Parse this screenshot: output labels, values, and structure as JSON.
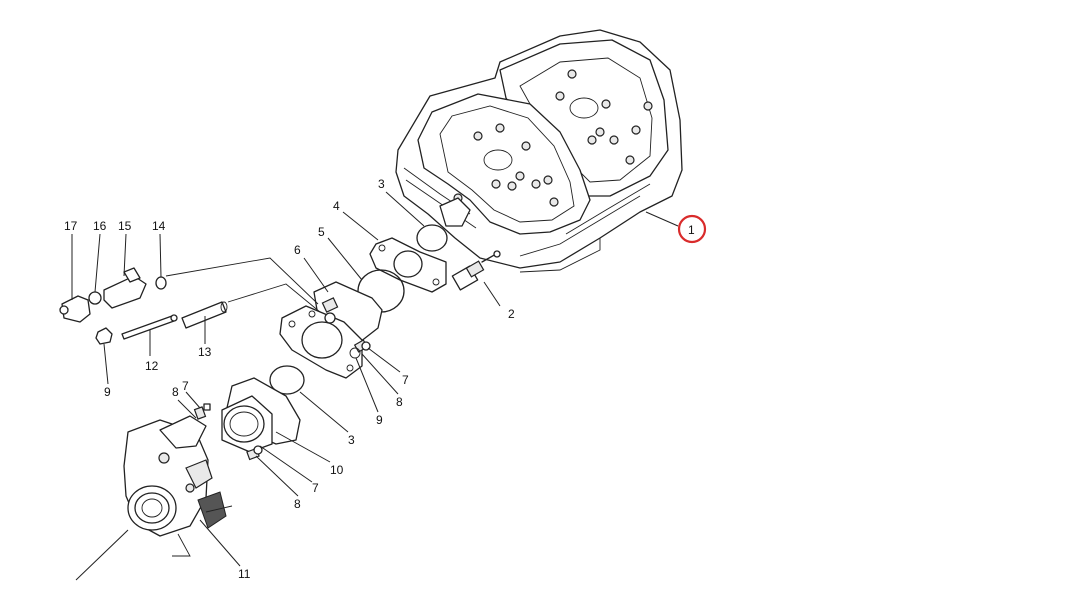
{
  "diagram": {
    "highlight_color": "#d92b2b",
    "highlighted_part": "1",
    "callouts": [
      {
        "id": "c17",
        "label": "17"
      },
      {
        "id": "c16",
        "label": "16"
      },
      {
        "id": "c15",
        "label": "15"
      },
      {
        "id": "c14",
        "label": "14"
      },
      {
        "id": "c12",
        "label": "12"
      },
      {
        "id": "c13",
        "label": "13"
      },
      {
        "id": "c9a",
        "label": "9"
      },
      {
        "id": "c6",
        "label": "6"
      },
      {
        "id": "c5",
        "label": "5"
      },
      {
        "id": "c4",
        "label": "4"
      },
      {
        "id": "c3a",
        "label": "3"
      },
      {
        "id": "c2",
        "label": "2"
      },
      {
        "id": "c1",
        "label": "1"
      },
      {
        "id": "c7a",
        "label": "7"
      },
      {
        "id": "c8a",
        "label": "8"
      },
      {
        "id": "c9b",
        "label": "9"
      },
      {
        "id": "c3b",
        "label": "3"
      },
      {
        "id": "c8b",
        "label": "8"
      },
      {
        "id": "c7b",
        "label": "7"
      },
      {
        "id": "c10",
        "label": "10"
      },
      {
        "id": "c7c",
        "label": "7"
      },
      {
        "id": "c8c",
        "label": "8"
      },
      {
        "id": "c11",
        "label": "11"
      }
    ]
  }
}
